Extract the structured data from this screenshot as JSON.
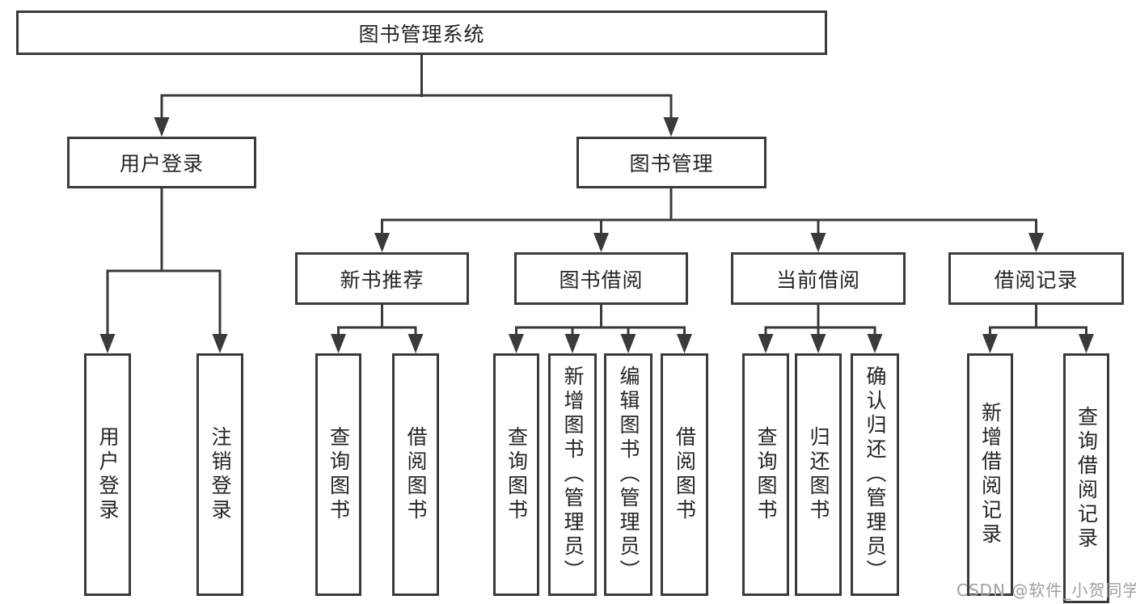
{
  "diagram_title": "图书管理系统",
  "tree": {
    "label": "图书管理系统",
    "children": [
      {
        "label": "用户登录",
        "children": [
          {
            "label": "用户登录"
          },
          {
            "label": "注销登录"
          }
        ]
      },
      {
        "label": "图书管理",
        "children": [
          {
            "label": "新书推荐",
            "children": [
              {
                "label": "查询图书"
              },
              {
                "label": "借阅图书"
              }
            ]
          },
          {
            "label": "图书借阅",
            "children": [
              {
                "label": "查询图书"
              },
              {
                "label": "新增图书（管理员）"
              },
              {
                "label": "编辑图书（管理员）"
              },
              {
                "label": "借阅图书"
              }
            ]
          },
          {
            "label": "当前借阅",
            "children": [
              {
                "label": "查询图书"
              },
              {
                "label": "归还图书"
              },
              {
                "label": "确认归还（管理员）"
              }
            ]
          },
          {
            "label": "借阅记录",
            "children": [
              {
                "label": "新增借阅记录"
              },
              {
                "label": "查询借阅记录"
              }
            ]
          }
        ]
      }
    ]
  },
  "watermark": {
    "text": "CSDN @软件_小贺同学"
  },
  "colors": {
    "line": "#3a3a3a",
    "box_border": "#3a3a3a",
    "box_fill": "#ffffff",
    "text": "#242424",
    "watermark": "#9e9e9e",
    "background": "#ffffff"
  }
}
